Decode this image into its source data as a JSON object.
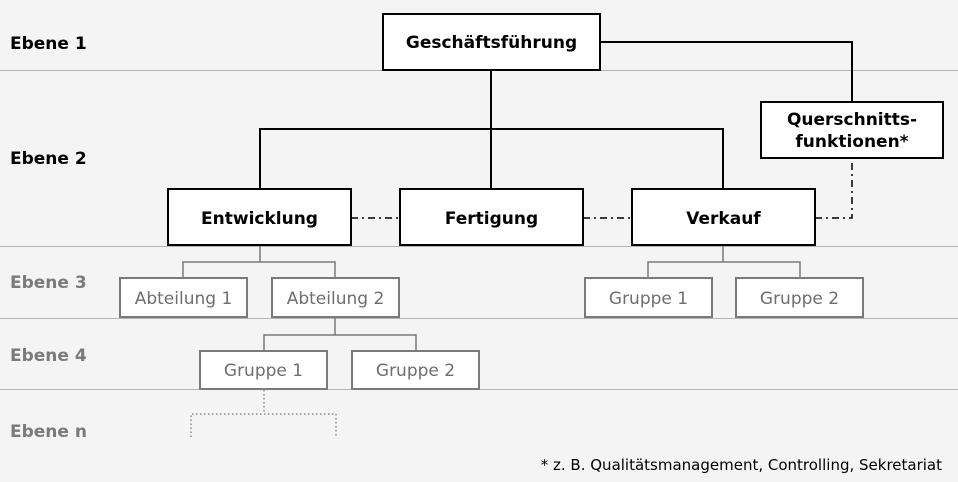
{
  "levels": [
    "Ebene 1",
    "Ebene 2",
    "Ebene 3",
    "Ebene 4",
    "Ebene n"
  ],
  "level1": {
    "top": "Geschäftsführung"
  },
  "level2": {
    "cross": [
      "Querschnitts-",
      "funktionen*"
    ],
    "departments": [
      "Entwicklung",
      "Fertigung",
      "Verkauf"
    ]
  },
  "level3": {
    "under_entwicklung": [
      "Abteilung 1",
      "Abteilung 2"
    ],
    "under_verkauf": [
      "Gruppe 1",
      "Gruppe 2"
    ]
  },
  "level4": {
    "under_abteilung2": [
      "Gruppe 1",
      "Gruppe 2"
    ]
  },
  "footnote": "* z. B. Qualitätsmanagement, Controlling, Sekretariat",
  "colors": {
    "background": "#f4f4f4",
    "divider": "#b4b4b4",
    "primary": "#000000",
    "secondary": "#7a7a7a",
    "dotted": "#8a8a8a"
  }
}
